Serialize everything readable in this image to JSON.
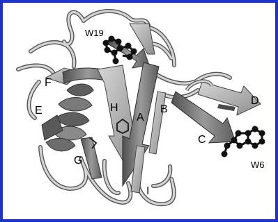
{
  "colors": {
    "frame": "#1b33c9",
    "background": "#ffffff",
    "strand_fill": "#707070",
    "strand_light": "#b9b9b9",
    "coil": "#8a8a8a",
    "coil_outline": "#555555",
    "residue": "#111111"
  },
  "labels": {
    "w19": "W19",
    "f": "F",
    "e": "E",
    "h": "H",
    "a": "A",
    "b": "B",
    "d": "D",
    "c": "C",
    "g": "G",
    "i": "I",
    "w6": "W6"
  }
}
